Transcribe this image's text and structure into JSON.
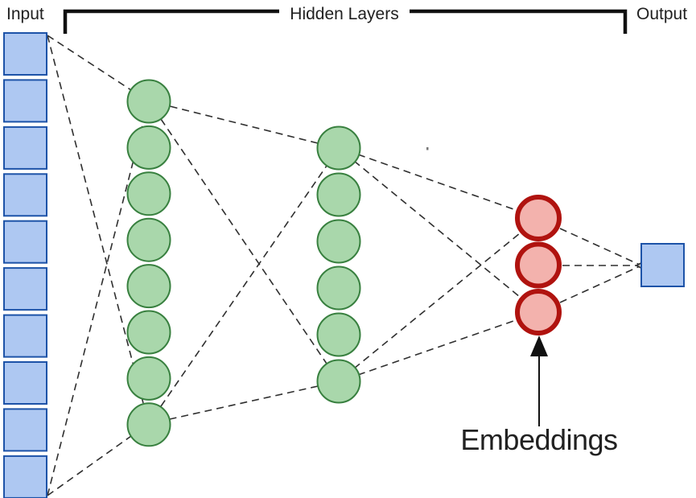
{
  "title_labels": {
    "input": "Input",
    "hidden_layers": "Hidden Layers",
    "output": "Output"
  },
  "annotation": {
    "embeddings_label": "Embeddings"
  },
  "network": {
    "input_nodes": 10,
    "hidden_layer_1_nodes": 8,
    "hidden_layer_2_nodes": 6,
    "embedding_nodes": 3,
    "output_nodes": 1
  },
  "colors": {
    "input_fill": "#aec8f2",
    "input_border": "#1d53a8",
    "hidden_fill": "#a9d7ab",
    "hidden_border": "#38803f",
    "embedding_fill": "#f3b2ad",
    "embedding_border": "#b0130f",
    "output_fill": "#aec8f2",
    "output_border": "#1d53a8",
    "connection_line": "#2f2f2f",
    "bracket": "#111111",
    "annotation_arrow": "#111111",
    "text": "#212121"
  }
}
